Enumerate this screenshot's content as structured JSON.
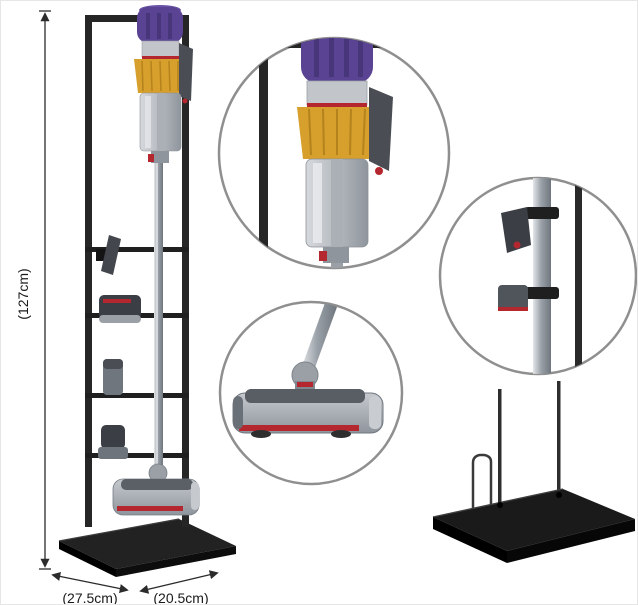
{
  "dimensions": {
    "height_label": "(127cm)",
    "base_depth_label": "(27.5cm)",
    "base_width_label": "(20.5cm)"
  },
  "colors": {
    "frame_black": "#262626",
    "metal_silver": "#b9bdc2",
    "filter_purple": "#5a4392",
    "cyclone_gold": "#d79f2b",
    "accent_red": "#b5272e",
    "callout_ring_gray": "#8f8f8f",
    "base_black": "#1a1a1a"
  },
  "illustration": {
    "subject": "vacuum-cleaner-stand-with-docked-cordless-vacuum",
    "callouts": [
      {
        "name": "vacuum-top-detail"
      },
      {
        "name": "floor-head-detail"
      },
      {
        "name": "pole-attachments-detail"
      },
      {
        "name": "base-plate-detail"
      }
    ]
  }
}
